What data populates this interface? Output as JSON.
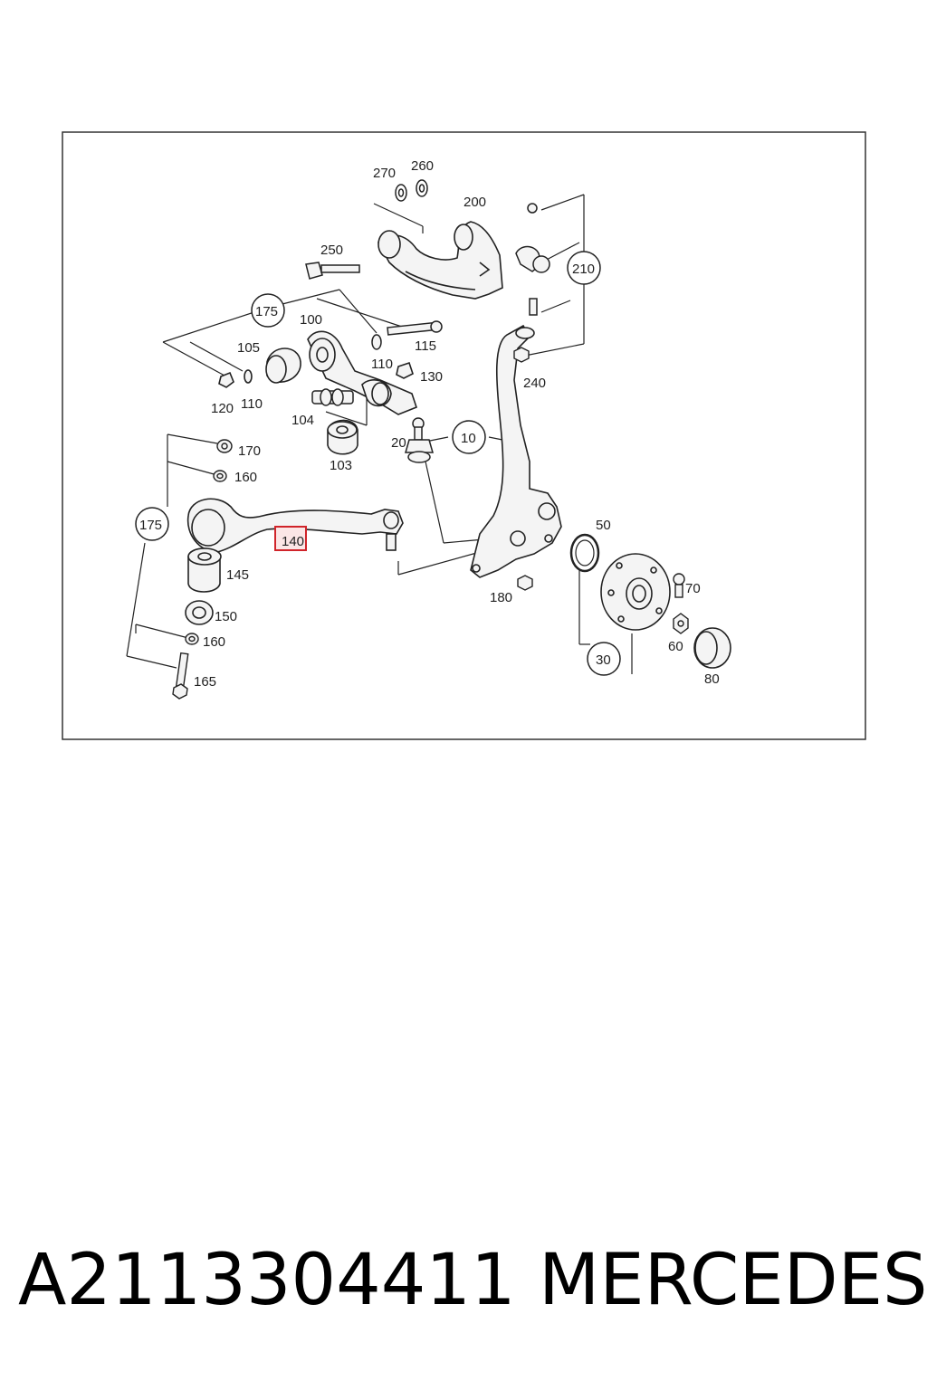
{
  "diagram": {
    "labels": {
      "l10": "10",
      "l20": "20",
      "l30": "30",
      "l50": "50",
      "l60": "60",
      "l70": "70",
      "l80": "80",
      "l100": "100",
      "l103": "103",
      "l104": "104",
      "l105": "105",
      "l110a": "110",
      "l110b": "110",
      "l115": "115",
      "l120": "120",
      "l130": "130",
      "l140": "140",
      "l145": "145",
      "l150": "150",
      "l160a": "160",
      "l160b": "160",
      "l165": "165",
      "l170": "170",
      "l175a": "175",
      "l175b": "175",
      "l180": "180",
      "l200": "200",
      "l210": "210",
      "l240": "240",
      "l250": "250",
      "l260": "260",
      "l270": "270"
    },
    "highlight_color": "#d0242a"
  },
  "caption": {
    "part_number": "A2113304411",
    "brand": "MERCEDES"
  }
}
